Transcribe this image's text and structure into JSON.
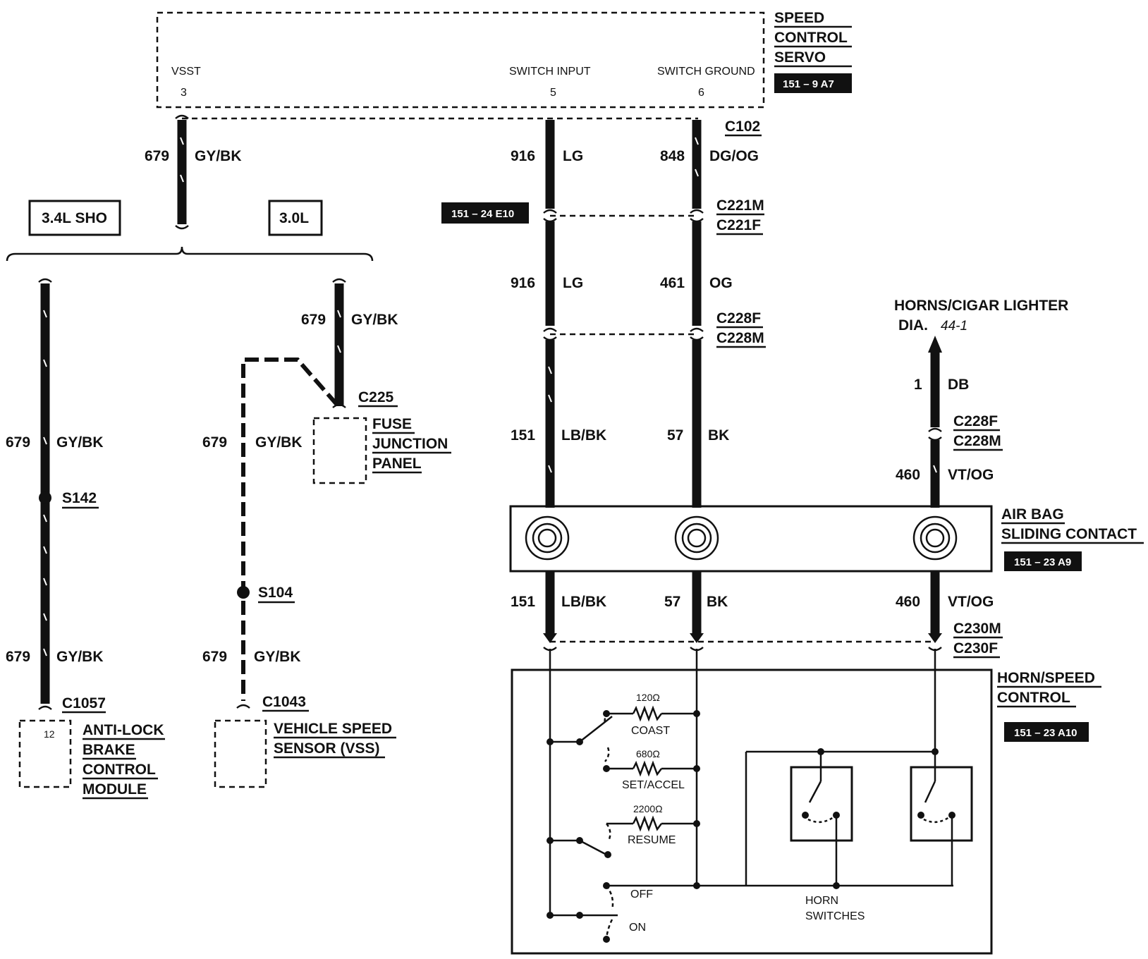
{
  "servo": {
    "title": [
      "SPEED",
      "CONTROL",
      "SERVO"
    ],
    "ref": "151 – 9 A7",
    "pins": [
      {
        "name": "VSST",
        "num": "3"
      },
      {
        "name": "SWITCH INPUT",
        "num": "5"
      },
      {
        "name": "SWITCH GROUND",
        "num": "6"
      }
    ]
  },
  "connectors": {
    "c102": "C102",
    "c221m": "C221M",
    "c221f": "C221F",
    "c228f": "C228F",
    "c228m": "C228M",
    "c230m": "C230M",
    "c230f": "C230F",
    "c225": "C225",
    "c1057": "C1057",
    "c1043": "C1043",
    "s142": "S142",
    "s104": "S104"
  },
  "refs": {
    "c221": "151 – 24 E10",
    "airbag": "151 – 23 A9",
    "horn": "151 – 23 A10"
  },
  "engines": {
    "sho": "3.4L SHO",
    "l30": "3.0L"
  },
  "wire_labels": {
    "circuit_679": "679",
    "color_gybk": "GY/BK",
    "circuit_916": "916",
    "color_lg": "LG",
    "circuit_848": "848",
    "color_dgog": "DG/OG",
    "circuit_461": "461",
    "color_og": "OG",
    "circuit_151": "151",
    "color_lbbk": "LB/BK",
    "circuit_57": "57",
    "color_bk": "BK",
    "circuit_1": "1",
    "color_db": "DB",
    "circuit_460": "460",
    "color_vtog": "VT/OG"
  },
  "horns": {
    "title": "HORNS/CIGAR LIGHTER",
    "dia": "DIA.",
    "dia_ref": "44-1"
  },
  "components": {
    "fuse_junction": [
      "FUSE",
      "JUNCTION",
      "PANEL"
    ],
    "abs": [
      "ANTI-LOCK",
      "BRAKE",
      "CONTROL",
      "MODULE"
    ],
    "abs_pin": "12",
    "vss": [
      "VEHICLE SPEED",
      "SENSOR (VSS)"
    ],
    "airbag": [
      "AIR BAG",
      "SLIDING CONTACT"
    ],
    "horn_speed": [
      "HORN/SPEED",
      "CONTROL"
    ]
  },
  "switches": {
    "r1": "120Ω",
    "coast": "COAST",
    "r2": "680Ω",
    "set_accel": "SET/ACCEL",
    "r3": "2200Ω",
    "resume": "RESUME",
    "off": "OFF",
    "on": "ON",
    "horn_switches": [
      "HORN",
      "SWITCHES"
    ]
  }
}
